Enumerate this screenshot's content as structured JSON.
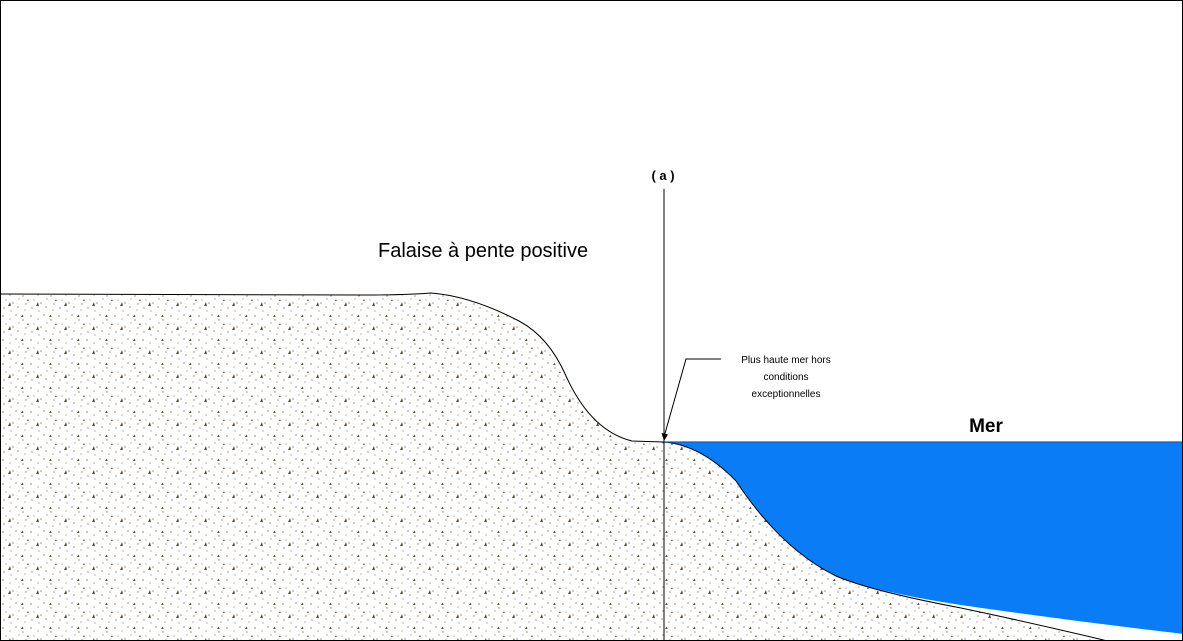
{
  "diagram": {
    "title": "Falaise à pente positive",
    "marker_label": "( a )",
    "annotation": {
      "line1": "Plus haute mer hors",
      "line2": "conditions",
      "line3": "exceptionnelles"
    },
    "sea_label": "Mer"
  },
  "colors": {
    "sea": "#0a7cf5",
    "ground_dots": "#6b4a2a",
    "outline": "#000000",
    "background": "#ffffff"
  }
}
